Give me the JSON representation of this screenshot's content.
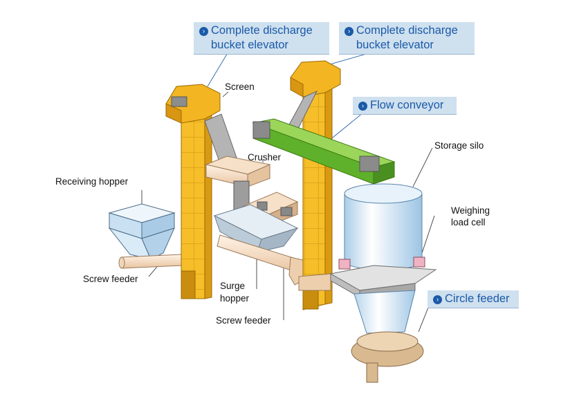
{
  "callouts": {
    "elevator_left": {
      "line1": "Complete discharge",
      "line2": "bucket elevator",
      "icon": "arrow-circle-icon"
    },
    "elevator_right": {
      "line1": "Complete discharge",
      "line2": "bucket elevator",
      "icon": "arrow-circle-icon"
    },
    "flow_conveyor": {
      "line1": "Flow conveyor",
      "icon": "arrow-circle-icon"
    },
    "circle_feeder": {
      "line1": "Circle feeder",
      "icon": "arrow-circle-icon"
    }
  },
  "labels": {
    "screen": "Screen",
    "crusher": "Crusher",
    "receiving_hopper": "Receiving hopper",
    "storage_silo": "Storage silo",
    "weighing_1": "Weighing",
    "weighing_2": "load cell",
    "screw_feeder_left": "Screw feeder",
    "surge_1": "Surge",
    "surge_2": "hopper",
    "screw_feeder_bottom": "Screw feeder"
  },
  "colors": {
    "elevator": "#f2b51f",
    "conveyor": "#66bb2a",
    "callout_bg": "#cfe0ef",
    "callout_text": "#1a5aa8",
    "silo": "#d7e9f7",
    "pipe": "#f7dcc0"
  }
}
